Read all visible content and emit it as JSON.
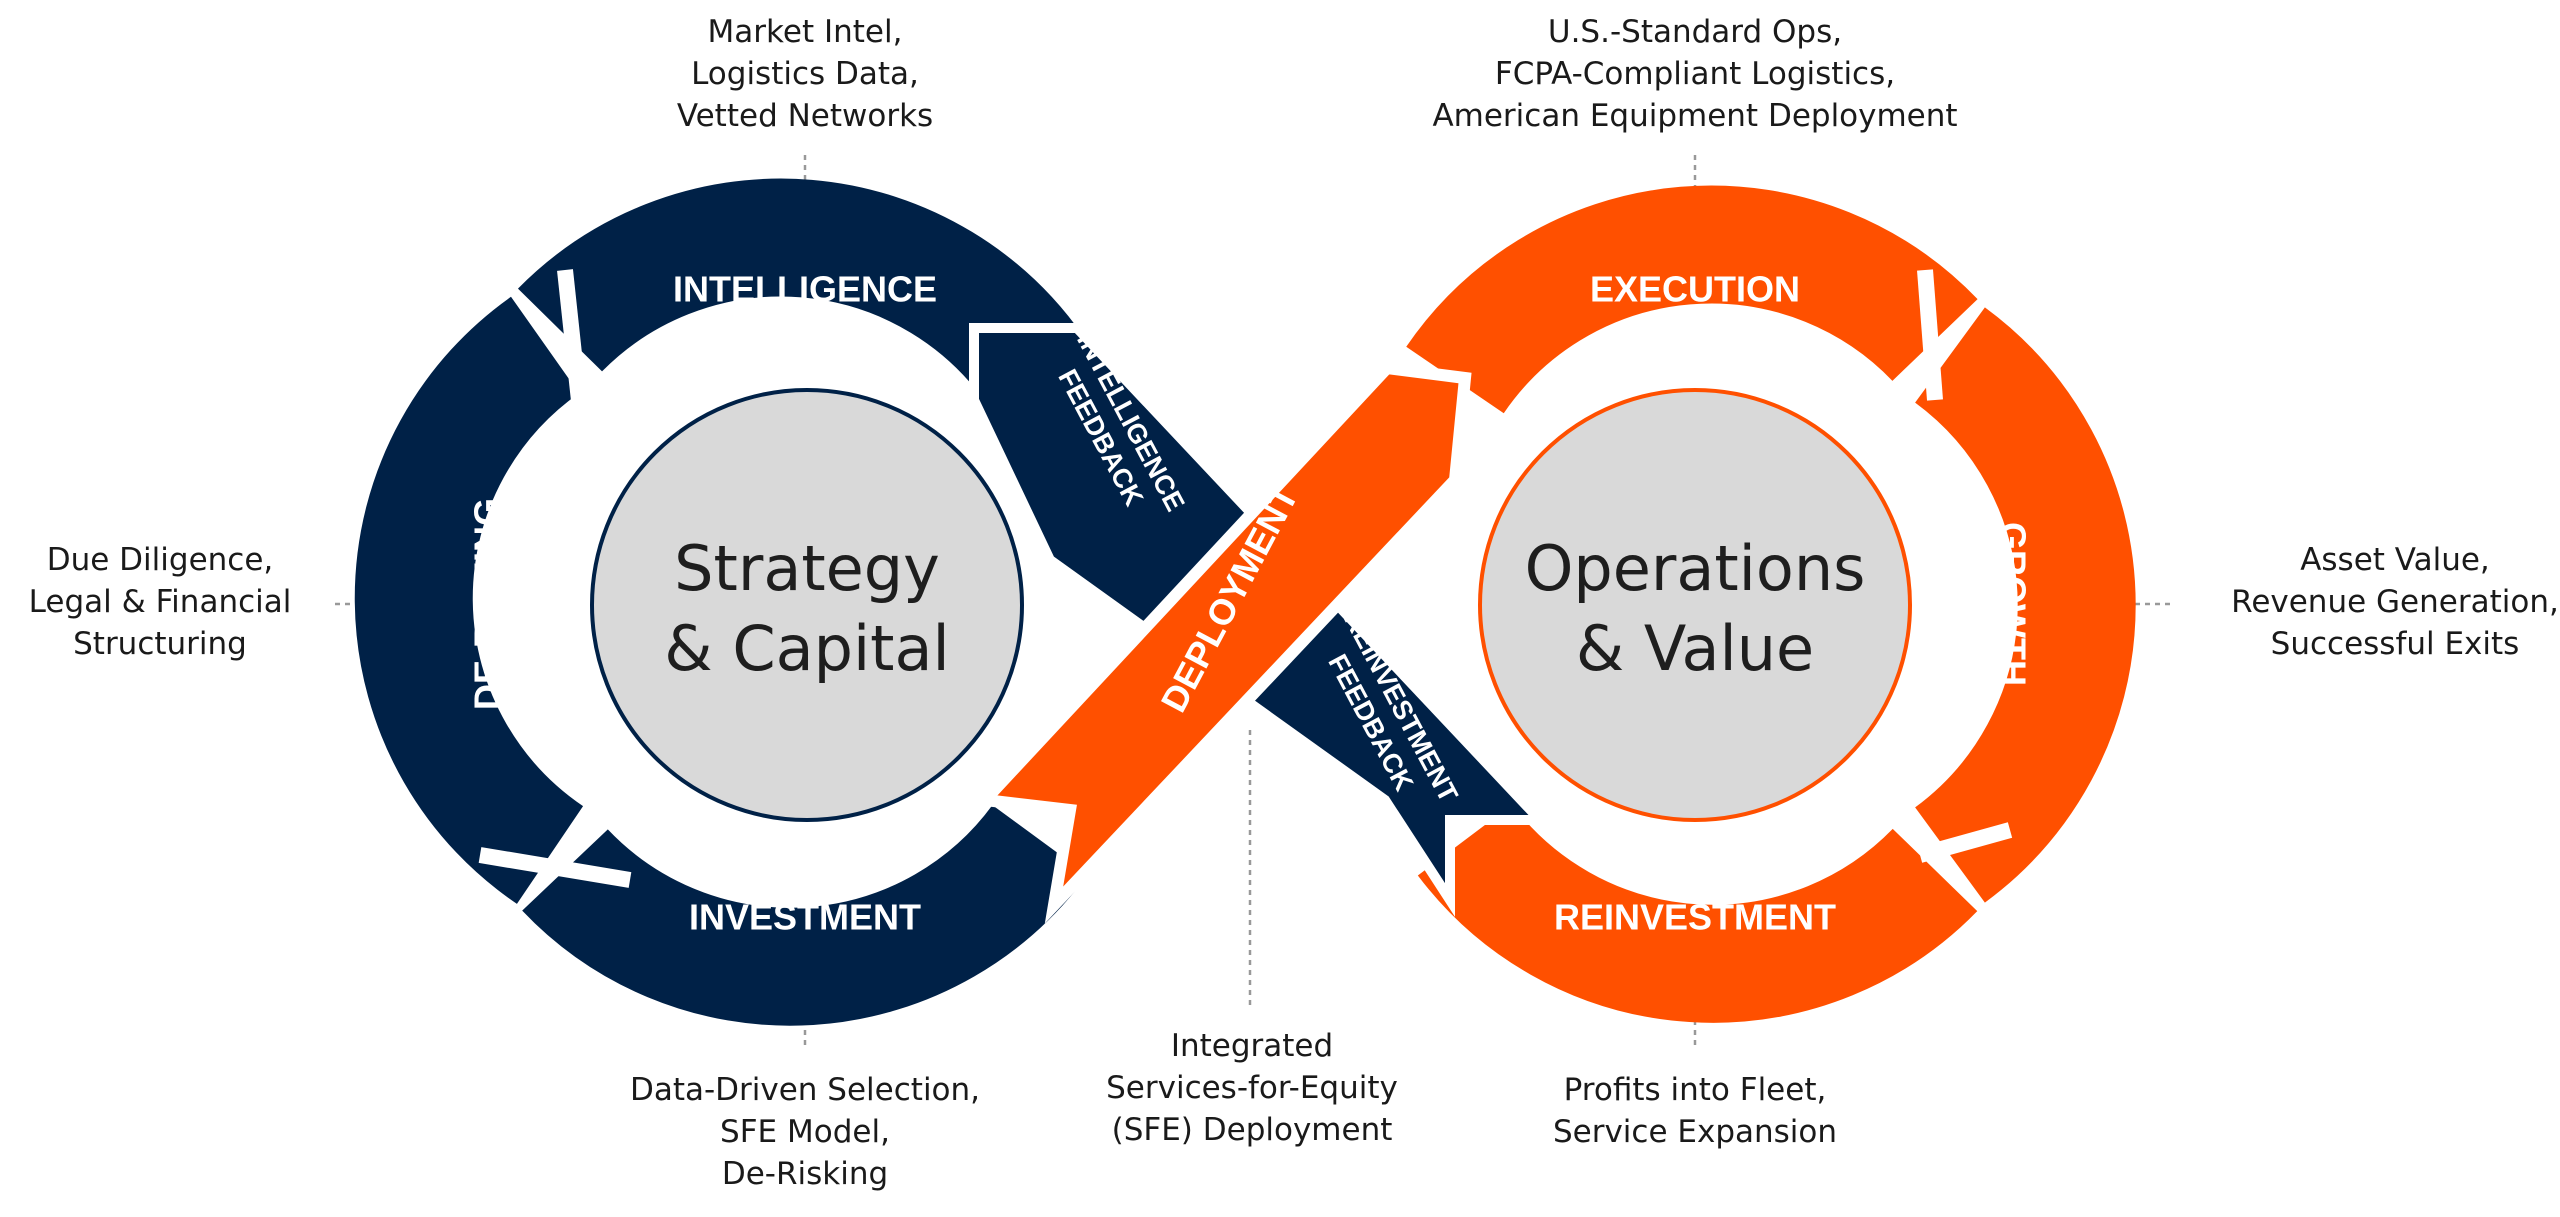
{
  "colors": {
    "navy": "#002147",
    "orange": "#FF5000",
    "gray": "#D9D9D9"
  },
  "left_hub": {
    "title_lines": [
      "Strategy",
      "& Capital"
    ],
    "stages": {
      "top": "INTELLIGENCE",
      "left": "DE-RISKING",
      "bottom": "INVESTMENT"
    }
  },
  "right_hub": {
    "title_lines": [
      "Operations",
      "& Value"
    ],
    "stages": {
      "top": "EXECUTION",
      "right": "GROWTH",
      "bottom": "REINVESTMENT"
    }
  },
  "bands": {
    "intelligence_feedback": [
      "INTELLIGENCE",
      "FEEDBACK"
    ],
    "deployment": "DEPLOYMENT",
    "reinvestment_feedback": [
      "REINVESTMENT",
      "FEEDBACK"
    ]
  },
  "annotations": {
    "intelligence": [
      "Market Intel,",
      "Logistics Data,",
      "Vetted Networks"
    ],
    "de_risking": [
      "Due Diligence,",
      "Legal & Financial",
      "Structuring"
    ],
    "investment": [
      "Data-Driven Selection,",
      "SFE Model,",
      "De-Risking"
    ],
    "deployment": [
      "Integrated",
      "Services-for-Equity",
      "(SFE) Deployment"
    ],
    "execution": [
      "U.S.-Standard Ops,",
      "FCPA-Compliant Logistics,",
      "American Equipment Deployment"
    ],
    "growth": [
      "Asset Value,",
      "Revenue Generation,",
      "Successful Exits"
    ],
    "reinvestment": [
      "Profits into Fleet,",
      "Service Expansion"
    ]
  }
}
